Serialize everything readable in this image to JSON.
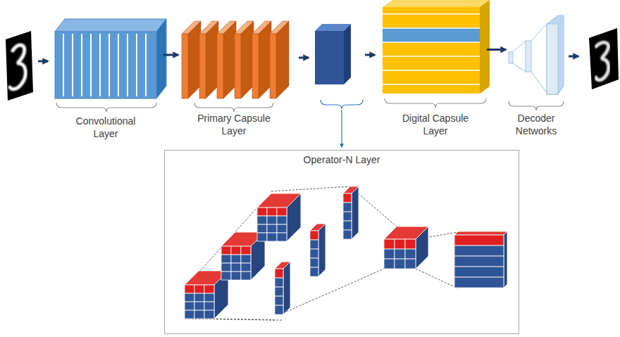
{
  "diagram": {
    "nodes": [
      {
        "text": [
          "Convolutional Layer"
        ]
      },
      {
        "text": [
          "Primary Capsule Layer"
        ]
      },
      {
        "text": [
          "Digital Capsule Layer"
        ]
      },
      {
        "text": [
          "Decoder Networks"
        ]
      },
      {
        "text": [
          "Operator-N Layer"
        ]
      }
    ],
    "edges": [
      {
        "from": 0,
        "to": 1,
        "arrow": "to"
      },
      {
        "from": 2,
        "to": 3,
        "arrow": "to"
      }
    ]
  }
}
